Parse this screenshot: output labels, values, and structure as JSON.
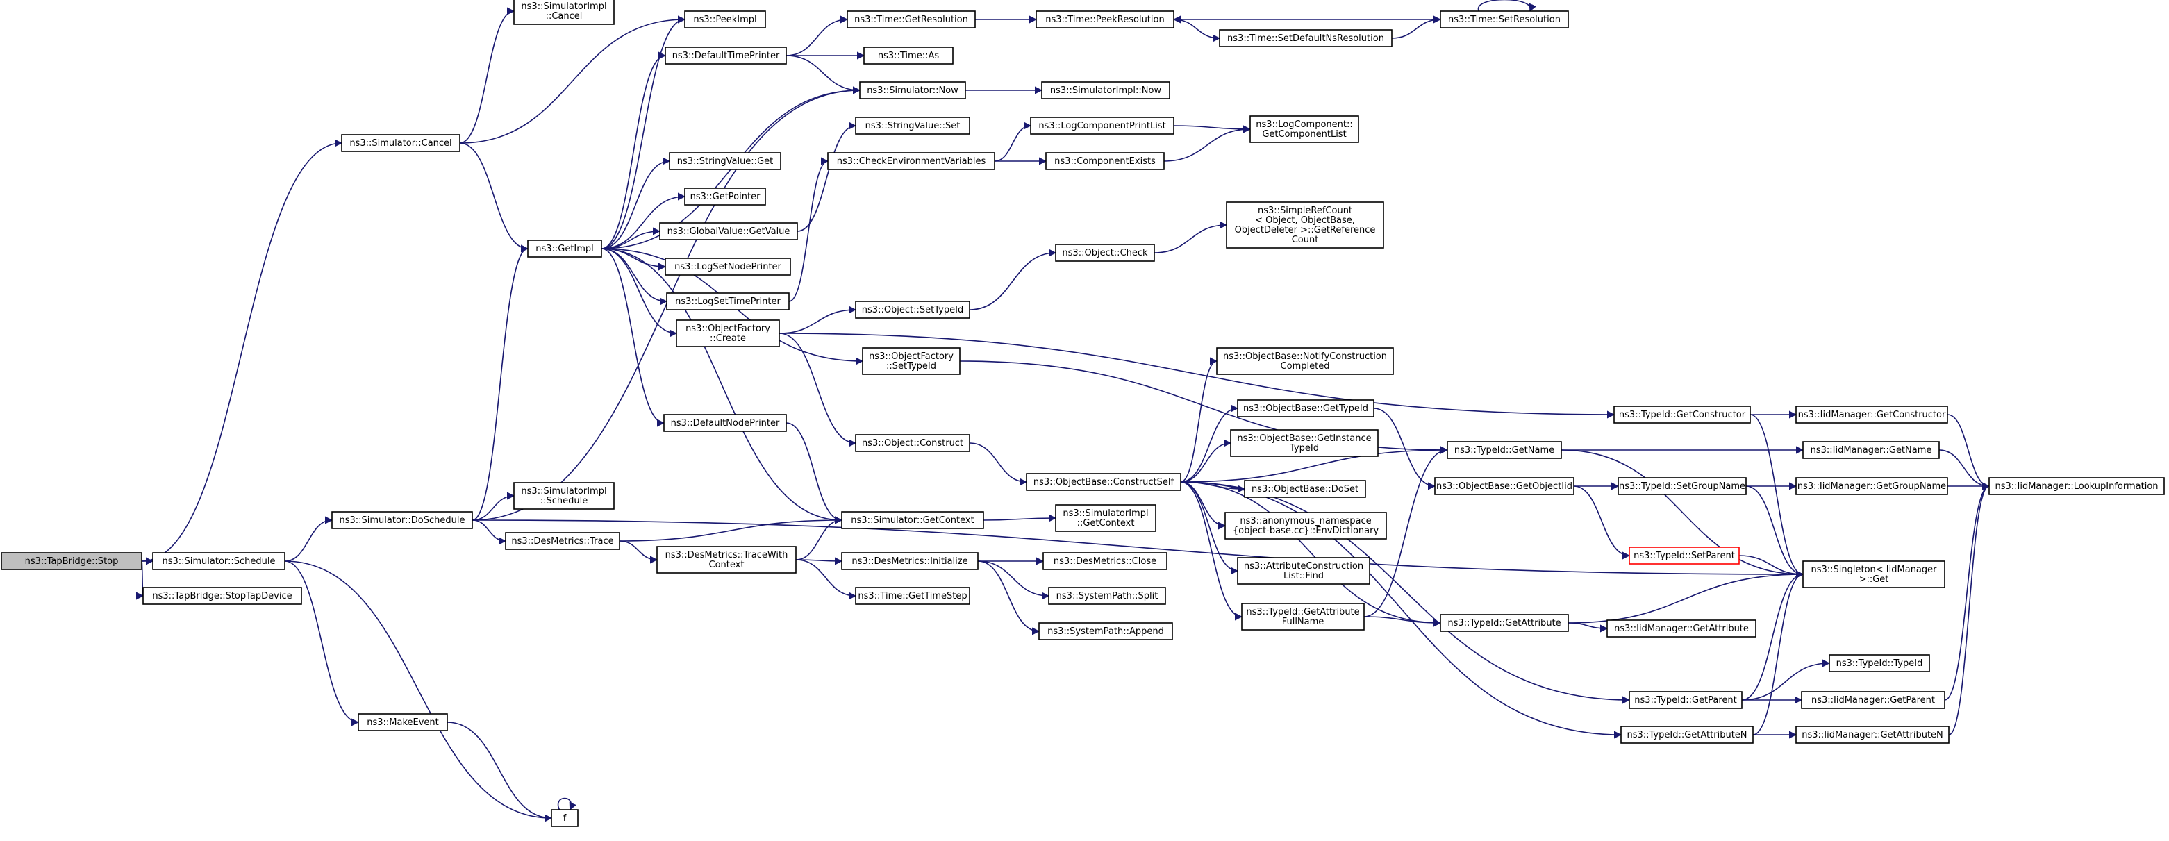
{
  "colors": {
    "edge": "#191970",
    "node_border": "#000000",
    "root_fill": "#bfbfbf",
    "highlight_border": "#ff0000"
  },
  "nodes": {
    "tapbridge_stop": [
      "ns3::TapBridge::Stop"
    ],
    "sim_schedule": [
      "ns3::Simulator::Schedule"
    ],
    "tapbridge_stoptapdevice": [
      "ns3::TapBridge::StopTapDevice"
    ],
    "sim_cancel": [
      "ns3::Simulator::Cancel"
    ],
    "sim_doschedule": [
      "ns3::Simulator::DoSchedule"
    ],
    "makeevent": [
      "ns3::MakeEvent"
    ],
    "f": [
      "f"
    ],
    "simimpl_cancel": [
      "ns3::SimulatorImpl",
      "::Cancel"
    ],
    "simimpl_schedule": [
      "ns3::SimulatorImpl",
      "::Schedule"
    ],
    "getimpl": [
      "ns3::GetImpl"
    ],
    "desmetrics_trace": [
      "ns3::DesMetrics::Trace"
    ],
    "peekimpl": [
      "ns3::PeekImpl"
    ],
    "defaulttimeprinter": [
      "ns3::DefaultTimePrinter"
    ],
    "stringvalue_get": [
      "ns3::StringValue::Get"
    ],
    "getpointer": [
      "ns3::GetPointer"
    ],
    "globalvalue_getvalue": [
      "ns3::GlobalValue::GetValue"
    ],
    "logsetnodeprinter": [
      "ns3::LogSetNodePrinter"
    ],
    "logsettimeprinter": [
      "ns3::LogSetTimePrinter"
    ],
    "objectfactory_create": [
      "ns3::ObjectFactory",
      "::Create"
    ],
    "defaultnodeprinter": [
      "ns3::DefaultNodePrinter"
    ],
    "desmetrics_tracewithcontext": [
      "ns3::DesMetrics::TraceWith",
      "Context"
    ],
    "time_getresolution": [
      "ns3::Time::GetResolution"
    ],
    "time_as": [
      "ns3::Time::As"
    ],
    "sim_now": [
      "ns3::Simulator::Now"
    ],
    "stringvalue_set": [
      "ns3::StringValue::Set"
    ],
    "checkenvvars": [
      "ns3::CheckEnvironmentVariables"
    ],
    "object_settypeid": [
      "ns3::Object::SetTypeId"
    ],
    "objectfactory_settypeid": [
      "ns3::ObjectFactory",
      "::SetTypeId"
    ],
    "object_construct": [
      "ns3::Object::Construct"
    ],
    "sim_getcontext": [
      "ns3::Simulator::GetContext"
    ],
    "desmetrics_initialize": [
      "ns3::DesMetrics::Initialize"
    ],
    "time_gettimestep": [
      "ns3::Time::GetTimeStep"
    ],
    "time_peekresolution": [
      "ns3::Time::PeekResolution"
    ],
    "simimpl_now": [
      "ns3::SimulatorImpl::Now"
    ],
    "logcomponentprintlist": [
      "ns3::LogComponentPrintList"
    ],
    "componentexists": [
      "ns3::ComponentExists"
    ],
    "object_check": [
      "ns3::Object::Check"
    ],
    "objectbase_constructself": [
      "ns3::ObjectBase::ConstructSelf"
    ],
    "simimpl_getcontext": [
      "ns3::SimulatorImpl",
      "::GetContext"
    ],
    "desmetrics_close": [
      "ns3::DesMetrics::Close"
    ],
    "systempath_split": [
      "ns3::SystemPath::Split"
    ],
    "systempath_append": [
      "ns3::SystemPath::Append"
    ],
    "time_setdefaultnsresolution": [
      "ns3::Time::SetDefaultNsResolution"
    ],
    "logcomponent_getcomponentlist": [
      "ns3::LogComponent::",
      "GetComponentList"
    ],
    "simplerefcount_getreferencecount": [
      "ns3::SimpleRefCount",
      "< Object, ObjectBase,",
      "ObjectDeleter >::GetReference",
      "Count"
    ],
    "objectbase_notifyconstructioncompleted": [
      "ns3::ObjectBase::NotifyConstruction",
      "Completed"
    ],
    "objectbase_gettypeid": [
      "ns3::ObjectBase::GetTypeId"
    ],
    "objectbase_getinstancetypeid": [
      "ns3::ObjectBase::GetInstance",
      "TypeId"
    ],
    "objectbase_doset": [
      "ns3::ObjectBase::DoSet"
    ],
    "anon_envdictionary": [
      "ns3::anonymous_namespace",
      "{object-base.cc}::EnvDictionary"
    ],
    "attributeconstructionlist_find": [
      "ns3::AttributeConstruction",
      "List::Find"
    ],
    "typeid_getattributefullname": [
      "ns3::TypeId::GetAttribute",
      "FullName"
    ],
    "time_setresolution": [
      "ns3::Time::SetResolution"
    ],
    "typeid_getname": [
      "ns3::TypeId::GetName"
    ],
    "objectbase_getobjectiid": [
      "ns3::ObjectBase::GetObjectIid"
    ],
    "typeid_getattribute": [
      "ns3::TypeId::GetAttribute"
    ],
    "typeid_getconstructor": [
      "ns3::TypeId::GetConstructor"
    ],
    "typeid_setgroupname": [
      "ns3::TypeId::SetGroupName"
    ],
    "typeid_setparent": [
      "ns3::TypeId::SetParent"
    ],
    "iidmanager_getattribute": [
      "ns3::IidManager::GetAttribute"
    ],
    "typeid_getparent": [
      "ns3::TypeId::GetParent"
    ],
    "typeid_getattributen": [
      "ns3::TypeId::GetAttributeN"
    ],
    "iidmanager_getconstructor": [
      "ns3::IidManager::GetConstructor"
    ],
    "iidmanager_getname": [
      "ns3::IidManager::GetName"
    ],
    "iidmanager_getgroupname": [
      "ns3::IidManager::GetGroupName"
    ],
    "singleton_iidmanager_get": [
      "ns3::Singleton< IidManager",
      ">::Get"
    ],
    "typeid_typeid": [
      "ns3::TypeId::TypeId"
    ],
    "iidmanager_getparent": [
      "ns3::IidManager::GetParent"
    ],
    "iidmanager_getattributen": [
      "ns3::IidManager::GetAttributeN"
    ],
    "iidmanager_lookupinformation": [
      "ns3::IidManager::LookupInformation"
    ]
  }
}
